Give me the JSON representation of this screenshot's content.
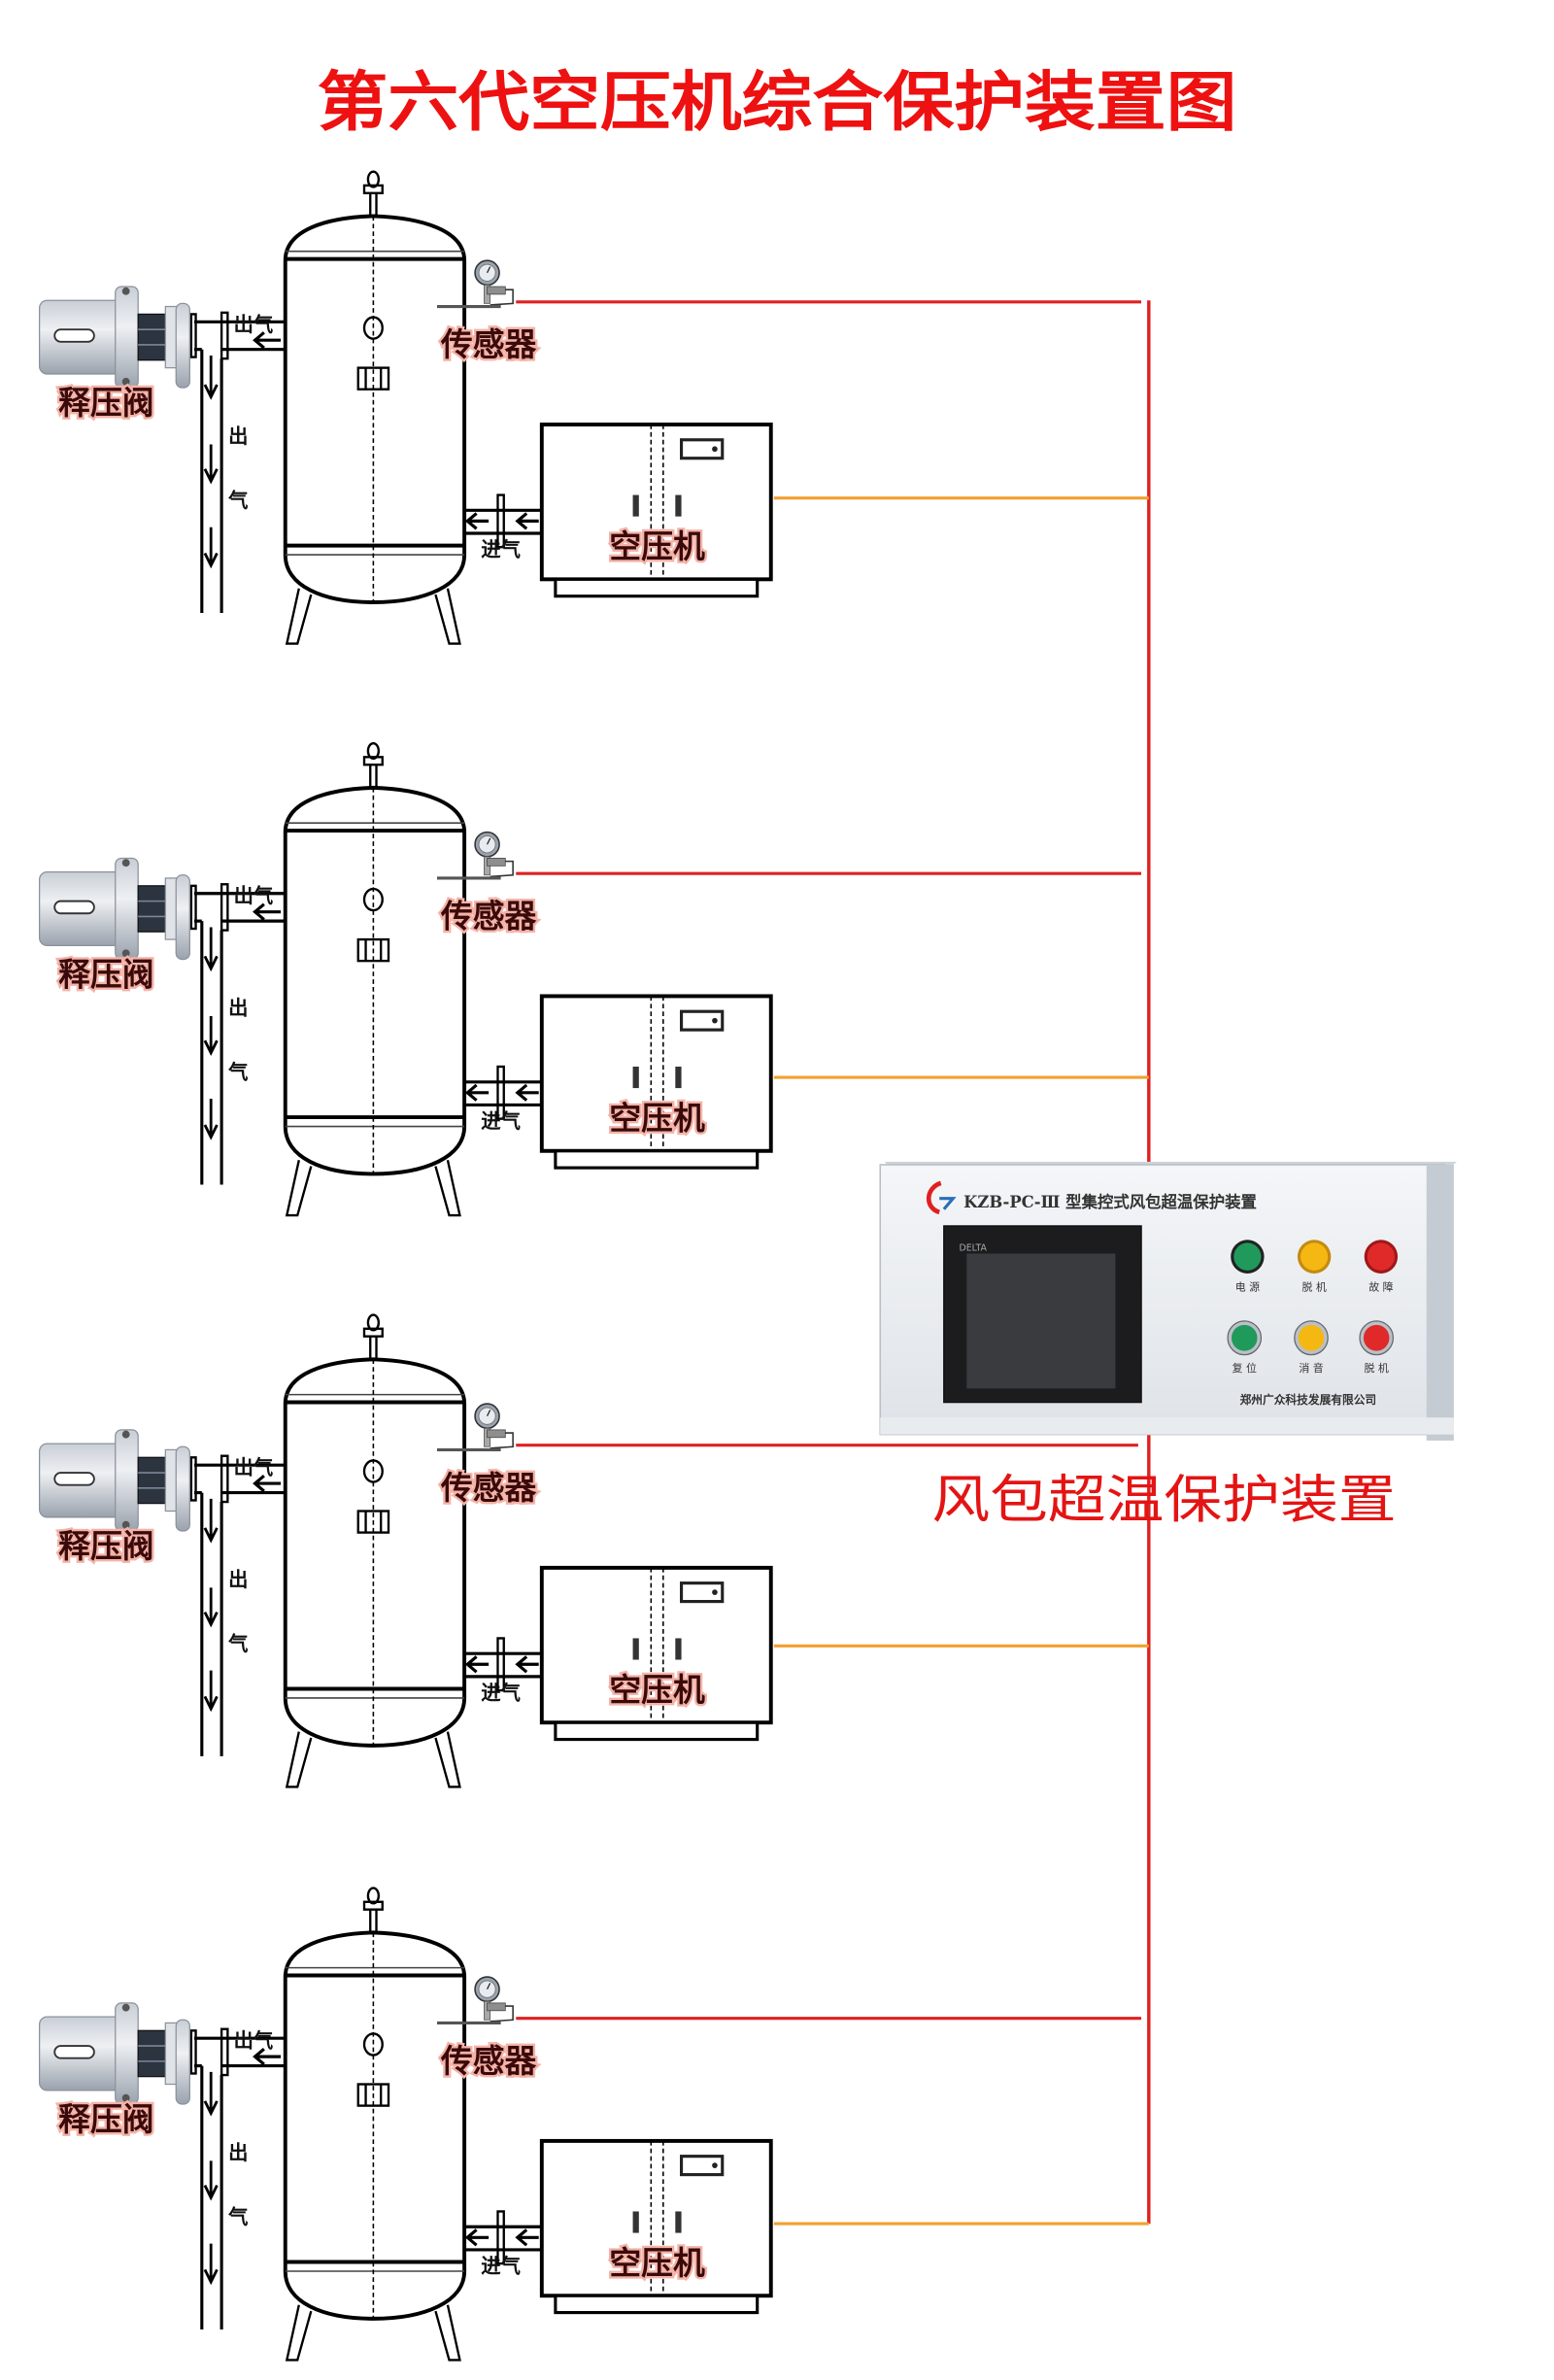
{
  "title": "第六代空压机综合保护装置图",
  "caption": "风包超温保护装置",
  "colors": {
    "title": "#ee1111",
    "signal_line_sensor": "#e02020",
    "signal_line_compressor": "#f0a030",
    "bus_line": "#e02020"
  },
  "units": [
    {
      "valve_label": "释压阀",
      "outlet_label": "出气",
      "pipe_label_1": "出",
      "pipe_label_2": "气",
      "sensor_label": "传感器",
      "inlet_label": "进气",
      "compressor_label": "空压机"
    },
    {
      "valve_label": "释压阀",
      "outlet_label": "出气",
      "pipe_label_1": "出",
      "pipe_label_2": "气",
      "sensor_label": "传感器",
      "inlet_label": "进气",
      "compressor_label": "空压机"
    },
    {
      "valve_label": "释压阀",
      "outlet_label": "出气",
      "pipe_label_1": "出",
      "pipe_label_2": "气",
      "sensor_label": "传感器",
      "inlet_label": "进气",
      "compressor_label": "空压机"
    },
    {
      "valve_label": "释压阀",
      "outlet_label": "出气",
      "pipe_label_1": "出",
      "pipe_label_2": "气",
      "sensor_label": "传感器",
      "inlet_label": "进气",
      "compressor_label": "空压机"
    }
  ],
  "panel": {
    "model_title": "KZB-PC-Ⅲ 型集控式风包超温保护装置",
    "screen_brand": "DELTA",
    "buttons_row1": [
      {
        "label": "电 源",
        "color": "#1f9a5a"
      },
      {
        "label": "脱 机",
        "color": "#f5b812"
      },
      {
        "label": "故 障",
        "color": "#e02a2a"
      }
    ],
    "buttons_row2": [
      {
        "label": "复 位",
        "color": "#1f9a5a"
      },
      {
        "label": "消 音",
        "color": "#f5b812"
      },
      {
        "label": "脱 机",
        "color": "#e02a2a"
      }
    ],
    "manufacturer": "郑州广众科技发展有限公司"
  }
}
